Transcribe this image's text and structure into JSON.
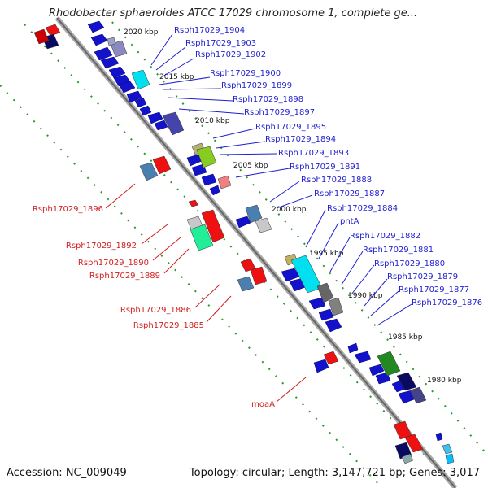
{
  "title": "Rhodobacter sphaeroides ATCC 17029 chromosome 1, complete ge...",
  "footer": {
    "accession": "Accession: NC_009049",
    "summary": "Topology: circular; Length: 3,147,721 bp; Genes: 3,017"
  },
  "colors": {
    "forward_label": "#1f1fd0",
    "reverse_label": "#d01f1f",
    "backbone": "#777777",
    "grid": "#2a9a2a"
  },
  "ticks": [
    "2020 kbp",
    "2015 kbp",
    "2010 kbp",
    "2005 kbp",
    "2000 kbp",
    "1995 kbp",
    "1990 kbp",
    "1985 kbp",
    "1980 kbp"
  ],
  "forward_genes": [
    "Rsph17029_1904",
    "Rsph17029_1903",
    "Rsph17029_1902",
    "Rsph17029_1900",
    "Rsph17029_1899",
    "Rsph17029_1898",
    "Rsph17029_1897",
    "Rsph17029_1895",
    "Rsph17029_1894",
    "Rsph17029_1893",
    "Rsph17029_1891",
    "Rsph17029_1888",
    "Rsph17029_1887",
    "Rsph17029_1884",
    "pntA",
    "Rsph17029_1882",
    "Rsph17029_1881",
    "Rsph17029_1880",
    "Rsph17029_1879",
    "Rsph17029_1877",
    "Rsph17029_1876"
  ],
  "reverse_genes": [
    "Rsph17029_1896",
    "Rsph17029_1892",
    "Rsph17029_1890",
    "Rsph17029_1889",
    "Rsph17029_1886",
    "Rsph17029_1885",
    "moaA"
  ]
}
